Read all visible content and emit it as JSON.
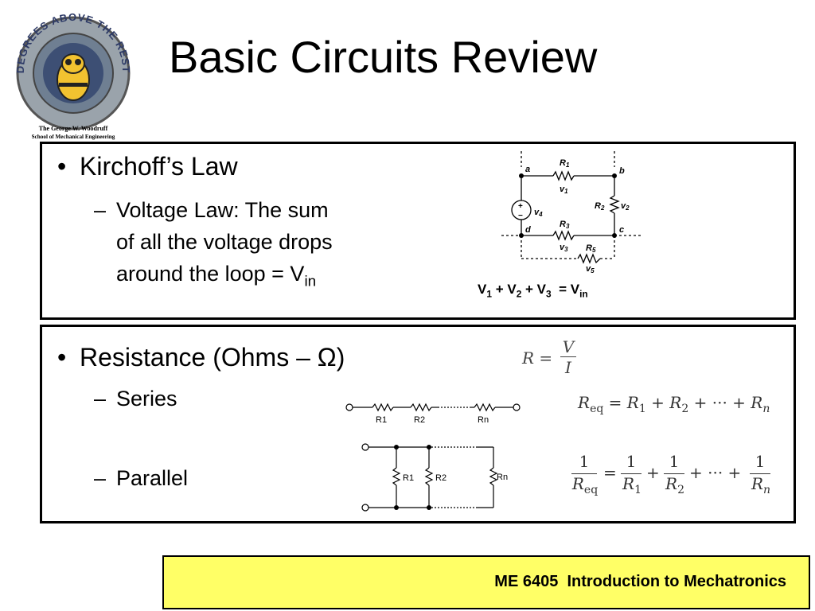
{
  "logo": {
    "arc_text": "DEGREES ABOVE THE REST",
    "caption_line1": "The George W. Woodruff",
    "caption_line2": "School of Mechanical Engineering"
  },
  "title": "Basic Circuits Review",
  "section1": {
    "bullet": "Kirchoff’s Law",
    "sub_line1": "Voltage Law: The sum",
    "sub_line2": "of all the voltage drops",
    "sub_line3": "around the loop = V",
    "sub_line3_sub": "in",
    "equation": {
      "v1": "V",
      "s1": "1",
      "p1": " + V",
      "s2": "2",
      "p2": " + V",
      "s3": "3",
      "p3": "  = V",
      "s4": "in"
    },
    "circuit_labels": {
      "a": "a",
      "b": "b",
      "c": "c",
      "d": "d",
      "R1": "R",
      "R1s": "1",
      "v1": "v",
      "v1s": "1",
      "R2": "R",
      "R2s": "2",
      "v2": "v",
      "v2s": "2",
      "R3": "R",
      "R3s": "3",
      "v3": "v",
      "v3s": "3",
      "R5": "R",
      "R5s": "5",
      "v5": "v",
      "v5s": "5",
      "v4": "v",
      "v4s": "4",
      "plus": "+",
      "minus": "−"
    }
  },
  "section2": {
    "bullet": "Resistance (Ohms – Ω)",
    "series": "Series",
    "parallel": "Parallel",
    "ohm_formula": {
      "lhs": "R =",
      "num": "V",
      "den": "I"
    },
    "series_labels": [
      "R1",
      "R2",
      "Rn"
    ],
    "parallel_labels": [
      "R1",
      "R2",
      "Rn"
    ],
    "series_formula": {
      "R": "R",
      "eq": "eq",
      "eqs": " = ",
      "r1": "R",
      "s1": "1",
      "plus1": " + ",
      "r2": "R",
      "s2": "2",
      "plus2": " + ··· + ",
      "rn": "R",
      "sn": "n"
    },
    "parallel_formula": {
      "one": "1",
      "Req": "R",
      "eq": "eq",
      "equals": "=",
      "r1": "R",
      "s1": "1",
      "plus": "+",
      "r2": "R",
      "s2": "2",
      "dots": "+ ··· +",
      "rn": "R",
      "sn": "n"
    }
  },
  "footer": "ME 6405  Introduction to Mechatronics",
  "colors": {
    "footer_bg": "#ffff66",
    "border": "#000000"
  }
}
